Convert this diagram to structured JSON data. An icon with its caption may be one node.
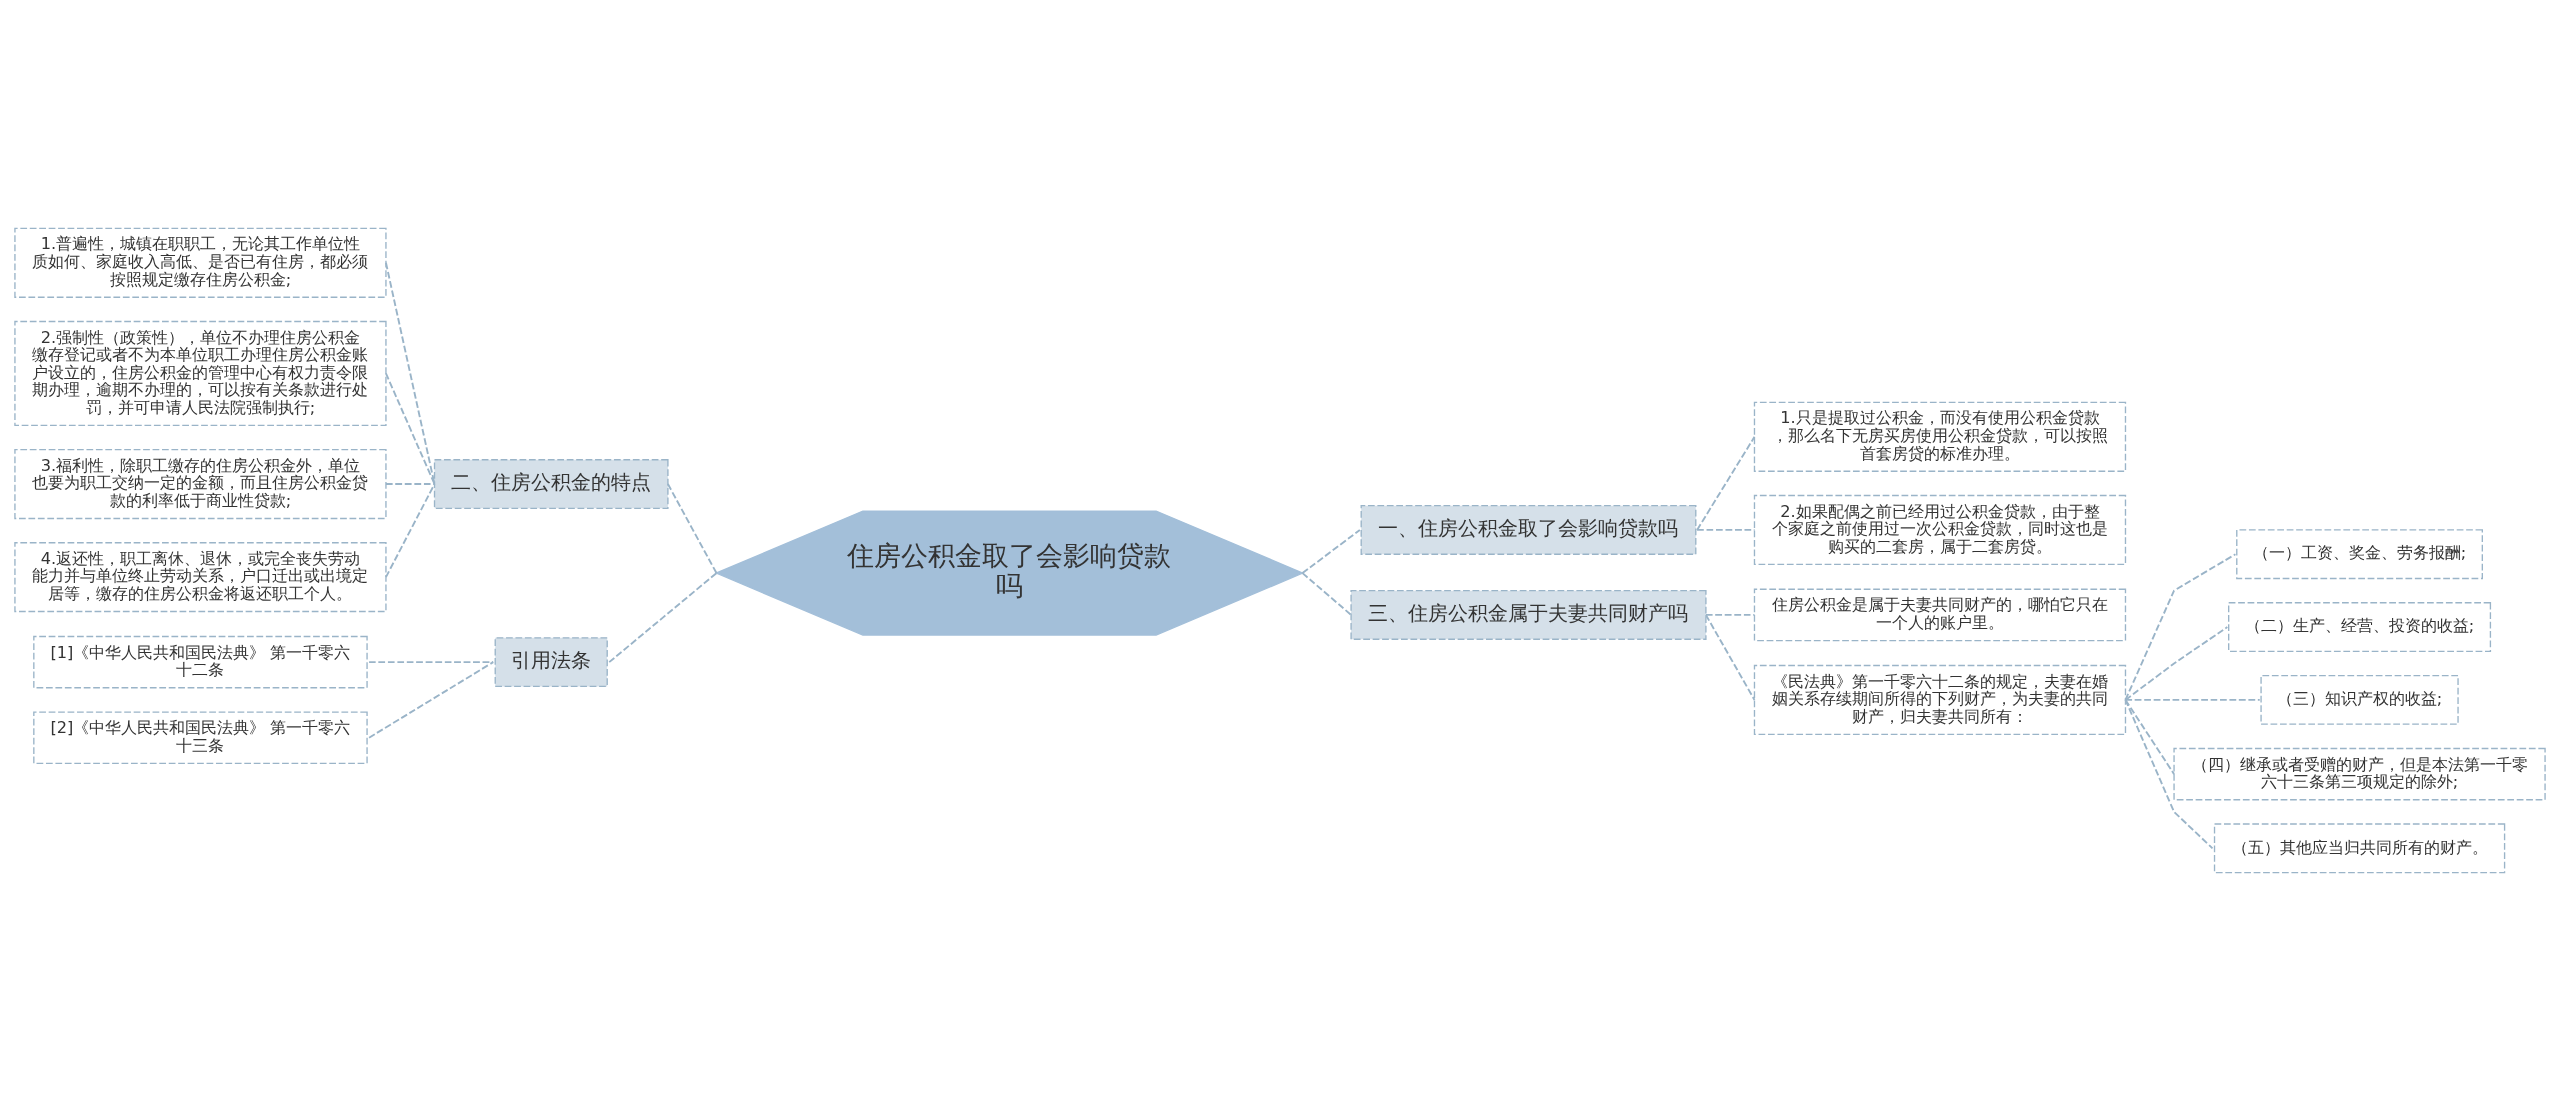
{
  "diagram": {
    "nodes": [
      {
        "text": [
          "住房公积金取了会影响贷款吗"
        ]
      },
      {
        "text": [
          "二、住房公积金的特点"
        ]
      },
      {
        "text": [
          "1.普遍性，城镇在职职工，无论其工作单位性质如何、家庭收入高低、是否已有住房，都必须按照规定缴存住房公积金;"
        ]
      },
      {
        "text": [
          "2.强制性（政策性），单位不办理住房公积金缴存登记或者不为本单位职工办理住房公积金账户设立的，住房公积金的管理中心有权力责令限期办理，逾期不办理的，可以按有关条款进行处罚，并可申请人民法院强制执行;"
        ]
      },
      {
        "text": [
          "3.福利性，除职工缴存的住房公积金外，单位也要为职工交纳一定的金额，而且住房公积金贷款的利率低于商业性贷款;"
        ]
      },
      {
        "text": [
          "4.返还性，职工离休、退休，或完全丧失劳动能力并与单位终止劳动关系，户口迁出或出境定居等，缴存的住房公积金将返还职工个人。"
        ]
      },
      {
        "text": [
          "引用法条"
        ]
      },
      {
        "text": [
          "[1]《中华人民共和国民法典》 第一千零六十二条"
        ]
      },
      {
        "text": [
          "[2]《中华人民共和国民法典》 第一千零六十三条"
        ]
      },
      {
        "text": [
          "一、住房公积金取了会影响贷款吗"
        ]
      },
      {
        "text": [
          "1.只是提取过公积金，而没有使用公积金贷款，那么名下无房买房使用公积金贷款，可以按照首套房贷的标准办理。"
        ]
      },
      {
        "text": [
          "2.如果配偶之前已经用过公积金贷款，由于整个家庭之前使用过一次公积金贷款，同时这也是购买的二套房，属于二套房贷。"
        ]
      },
      {
        "text": [
          "三、住房公积金属于夫妻共同财产吗"
        ]
      },
      {
        "text": [
          "住房公积金是属于夫妻共同财产的，哪怕它只在一个人的账户里。"
        ]
      },
      {
        "text": [
          "《民法典》第一千零六十二条的规定，夫妻在婚姻关系存续期间所得的下列财产，为夫妻的共同财产，归夫妻共同所有："
        ]
      },
      {
        "text": [
          "（一）工资、奖金、劳务报酬;"
        ]
      },
      {
        "text": [
          "（二）生产、经营、投资的收益;"
        ]
      },
      {
        "text": [
          "（三）知识产权的收益;"
        ]
      },
      {
        "text": [
          "（四）继承或者受赠的财产，但是本法第一千零六十三条第三项规定的除外;"
        ]
      },
      {
        "text": [
          "（五）其他应当归共同所有的财产。"
        ]
      }
    ],
    "edges": [
      {
        "from": 2,
        "to": 1,
        "arrow": "none",
        "style": "dashed"
      },
      {
        "from": 3,
        "to": 1,
        "arrow": "none",
        "style": "dashed"
      },
      {
        "from": 4,
        "to": 1,
        "arrow": "none",
        "style": "dashed"
      },
      {
        "from": 5,
        "to": 1,
        "arrow": "none",
        "style": "dashed"
      },
      {
        "from": 1,
        "to": 0,
        "arrow": "none",
        "style": "dashed"
      },
      {
        "from": 7,
        "to": 6,
        "arrow": "none",
        "style": "dashed"
      },
      {
        "from": 8,
        "to": 6,
        "arrow": "none",
        "style": "dashed"
      },
      {
        "from": 6,
        "to": 0,
        "arrow": "none",
        "style": "dashed"
      },
      {
        "from": 0,
        "to": 9,
        "arrow": "none",
        "style": "dashed"
      },
      {
        "from": 9,
        "to": 10,
        "arrow": "none",
        "style": "dashed"
      },
      {
        "from": 9,
        "to": 11,
        "arrow": "none",
        "style": "dashed"
      },
      {
        "from": 0,
        "to": 12,
        "arrow": "none",
        "style": "dashed"
      },
      {
        "from": 12,
        "to": 13,
        "arrow": "none",
        "style": "dashed"
      },
      {
        "from": 12,
        "to": 14,
        "arrow": "none",
        "style": "dashed"
      },
      {
        "from": 14,
        "to": 15,
        "arrow": "none",
        "style": "dashed"
      },
      {
        "from": 14,
        "to": 16,
        "arrow": "none",
        "style": "dashed"
      },
      {
        "from": 14,
        "to": 17,
        "arrow": "none",
        "style": "dashed"
      },
      {
        "from": 14,
        "to": 18,
        "arrow": "none",
        "style": "dashed"
      },
      {
        "from": 14,
        "to": 19,
        "arrow": "none",
        "style": "dashed"
      }
    ]
  }
}
